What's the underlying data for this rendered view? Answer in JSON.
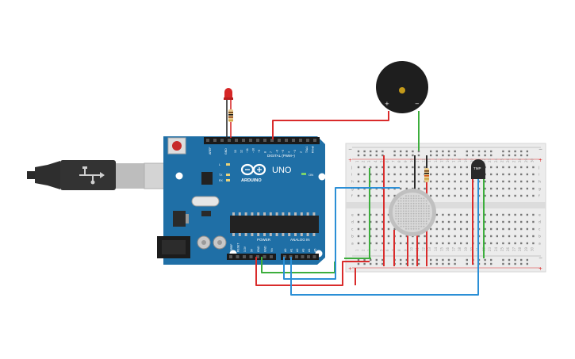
{
  "arduino": {
    "brand": "ARDUINO",
    "model": "UNO",
    "digital_label": "DIGITAL (PWM~)",
    "power_label": "POWER",
    "analog_label": "ANALOG IN",
    "on_label": "ON",
    "tx_label": "TX",
    "rx_label": "RX",
    "l_label": "L",
    "aref_label": "AREF",
    "gnd_label": "GND",
    "digital_pins": [
      "13",
      "12",
      "~11",
      "~10",
      "~9",
      "8",
      "7",
      "~6",
      "~5",
      "4",
      "~3",
      "2",
      "TX▸1",
      "RX◂0"
    ],
    "power_pins": [
      "IOREF",
      "RESET",
      "3.3V",
      "5V",
      "GND",
      "GND",
      "Vin"
    ],
    "analog_pins": [
      "A0",
      "A1",
      "A2",
      "A3",
      "A4",
      "A5"
    ]
  },
  "buzzer": {
    "plus": "+",
    "minus": "−"
  },
  "temp_sensor": {
    "label": "TMP"
  },
  "breadboard": {
    "row_letters_top": [
      "j",
      "i",
      "h",
      "g",
      "f"
    ],
    "row_letters_bottom": [
      "e",
      "d",
      "c",
      "b",
      "a"
    ],
    "rail_plus": "+",
    "rail_minus": "−",
    "column_numbers": [
      "1",
      "2",
      "3",
      "4",
      "5",
      "6",
      "7",
      "8",
      "9",
      "10",
      "11",
      "12",
      "13",
      "14",
      "15",
      "16",
      "17",
      "18",
      "19",
      "20",
      "21",
      "22",
      "23",
      "24",
      "25",
      "26",
      "27",
      "28",
      "29",
      "30"
    ]
  },
  "colors": {
    "board": "#1f6fa6",
    "wire_red": "#d92b2b",
    "wire_green": "#3dae3d",
    "wire_blue": "#2b8fd6",
    "wire_black": "#2a2a2a"
  }
}
